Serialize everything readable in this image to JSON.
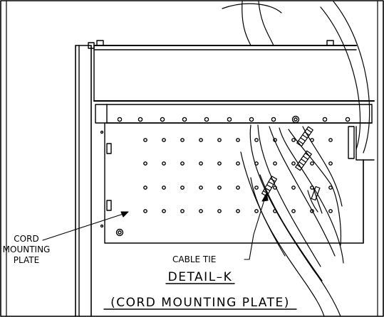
{
  "labels": {
    "cord_line1": "CORD",
    "cord_line2": "MOUNTING",
    "cord_line3": "PLATE",
    "cable_tie": "CABLE TIE"
  },
  "detail": {
    "title": "DETAIL–K",
    "subtitle": "(CORD MOUNTING PLATE)"
  }
}
